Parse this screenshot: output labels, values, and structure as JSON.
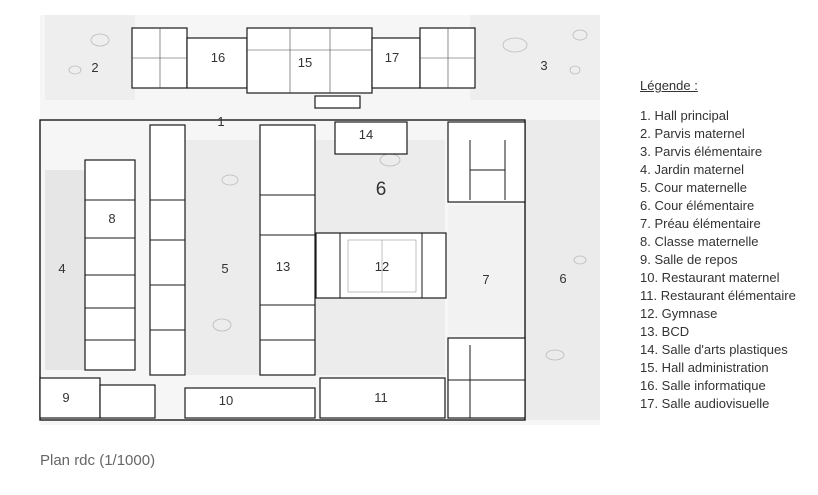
{
  "plan": {
    "caption": "Plan rdc (1/1000)",
    "room_numbers": [
      "1",
      "2",
      "3",
      "4",
      "5",
      "6",
      "6",
      "7",
      "8",
      "9",
      "10",
      "11",
      "12",
      "13",
      "14",
      "15",
      "16",
      "17"
    ]
  },
  "legend": {
    "title": "Légende :",
    "items": [
      "1. Hall principal",
      "2. Parvis maternel",
      "3. Parvis élémentaire",
      "4. Jardin maternel",
      "5. Cour maternelle",
      "6. Cour élémentaire",
      "7. Préau élémentaire",
      "8. Classe maternelle",
      "9. Salle de repos",
      "10. Restaurant maternel",
      "11. Restaurant élémentaire",
      "12. Gymnase",
      "13. BCD",
      "14. Salle d'arts plastiques",
      "15. Hall administration",
      "16. Salle informatique",
      "17. Salle audiovisuelle"
    ]
  },
  "colors": {
    "courtyard": "#ebebeb",
    "walls": "#1a1a1a",
    "interior": "#ffffff",
    "text": "#333333",
    "caption": "#666666"
  }
}
